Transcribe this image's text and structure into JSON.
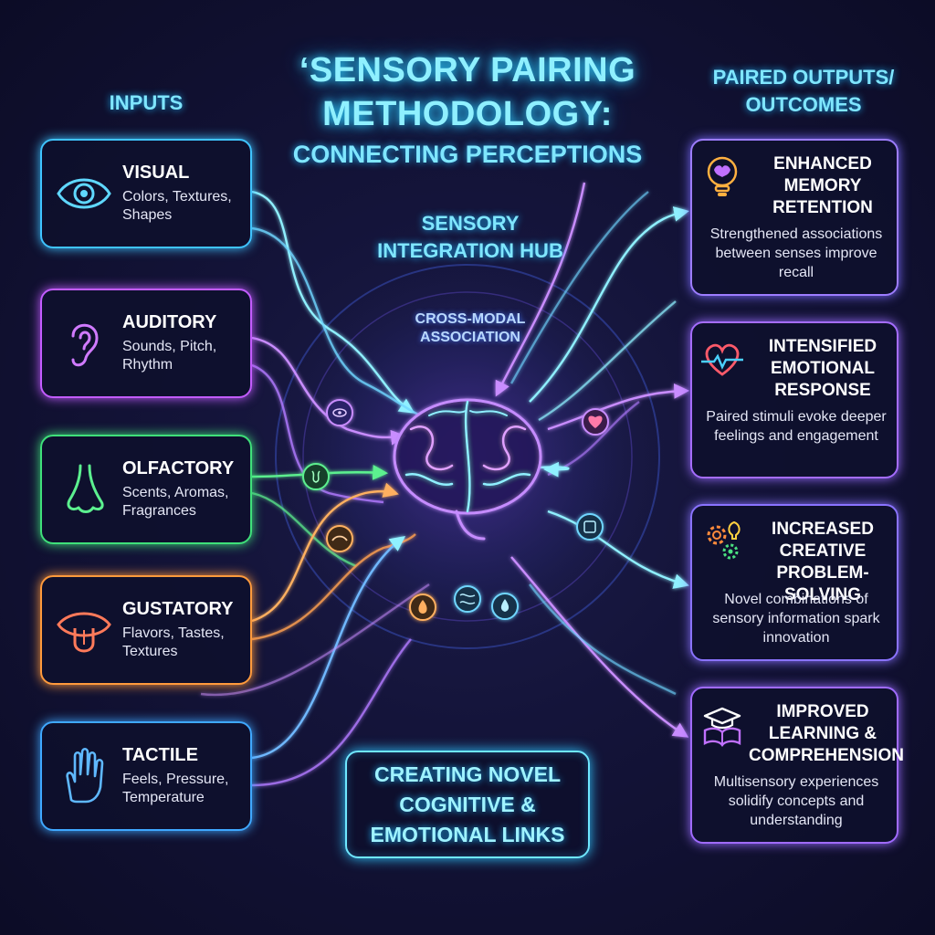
{
  "title": {
    "line1": "‘Sensory Pairing",
    "line2": "Methodology:",
    "subtitle": "Connecting Perceptions"
  },
  "inputs_heading": "Inputs",
  "outputs_heading": "Paired Outputs/ Outcomes",
  "hub": {
    "title": "Sensory Integration Hub",
    "label": "Cross-Modal Association"
  },
  "inputs": [
    {
      "title": "Visual",
      "desc": "Colors, Textures, Shapes",
      "icon": "eye-icon",
      "color": "#3fc4ff"
    },
    {
      "title": "Auditory",
      "desc": "Sounds, Pitch, Rhythm",
      "icon": "ear-icon",
      "color": "#c35cff"
    },
    {
      "title": "Olfactory",
      "desc": "Scents, Aromas, Fragrances",
      "icon": "nose-icon",
      "color": "#3fe07a"
    },
    {
      "title": "Gustatory",
      "desc": "Flavors, Tastes, Textures",
      "icon": "mouth-icon",
      "color": "#ff9a3c"
    },
    {
      "title": "Tactile",
      "desc": "Feels, Pressure, Temperature",
      "icon": "hand-icon",
      "color": "#3fa8ff"
    }
  ],
  "outputs": [
    {
      "title": "Enhanced Memory Retention",
      "desc": "Strengthened associations between senses improve recall",
      "icon": "lightbulb-brain-icon",
      "color": "#9d7dff"
    },
    {
      "title": "Intensified Emotional Response",
      "desc": "Paired stimuli evoke deeper feelings and engagement",
      "icon": "heart-pulse-icon",
      "color": "#a56dff"
    },
    {
      "title": "Increased Creative Problem-Solving",
      "desc": "Novel combinations of sensory information spark innovation",
      "icon": "gears-icon",
      "color": "#8a73ff"
    },
    {
      "title": "Improved Learning & Comprehension",
      "desc": "Multisensory experiences solidify concepts and understanding",
      "icon": "graduation-book-icon",
      "color": "#a06bff"
    }
  ],
  "center_box": "Creating Novel Cognitive & Emotional Links",
  "hub_icons": [
    "eye-icon",
    "nose-icon",
    "taste-icon",
    "flame-icon",
    "waves-icon",
    "droplet-icon",
    "heart-icon",
    "puzzle-icon"
  ]
}
